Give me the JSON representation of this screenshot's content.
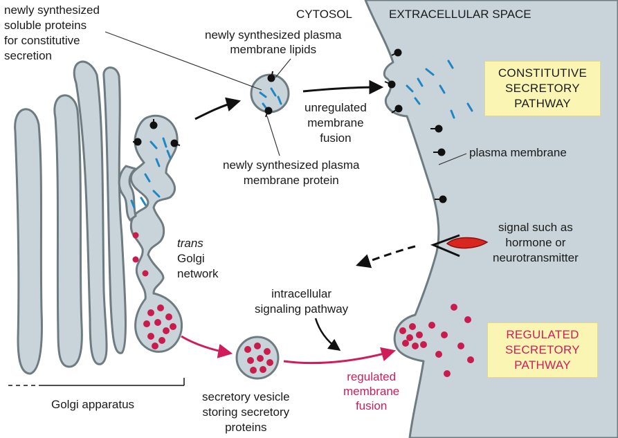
{
  "labels": {
    "cytosol": "CYTOSOL",
    "extracellular": "EXTRACELLULAR SPACE",
    "soluble_proteins": [
      "newly synthesized",
      "soluble proteins",
      "for constitutive",
      "secretion"
    ],
    "membrane_lipids": [
      "newly synthesized plasma",
      "membrane lipids"
    ],
    "unregulated_fusion": [
      "unregulated",
      "membrane",
      "fusion"
    ],
    "membrane_protein": [
      "newly synthesized plasma",
      "membrane protein"
    ],
    "plasma_membrane": "plasma membrane",
    "signal": [
      "signal such as",
      "hormone or",
      "neurotransmitter"
    ],
    "trans_golgi": [
      "trans",
      "Golgi",
      "network"
    ],
    "intracellular_signaling": [
      "intracellular",
      "signaling pathway"
    ],
    "regulated_fusion": [
      "regulated",
      "membrane",
      "fusion"
    ],
    "secretory_vesicle": [
      "secretory vesicle",
      "storing secretory",
      "proteins"
    ],
    "golgi_apparatus": "Golgi apparatus"
  },
  "boxes": {
    "constitutive": [
      "CONSTITUTIVE",
      "SECRETORY",
      "PATHWAY"
    ],
    "regulated": [
      "REGULATED",
      "SECRETORY",
      "PATHWAY"
    ]
  },
  "colors": {
    "membrane_fill": "#c8d4d9",
    "membrane_outline": "#6e7b80",
    "cargo_blue": "#1d86c3",
    "secretory_magenta": "#c81d4c",
    "regulated_label": "#d01c5a",
    "box_fill": "#fbf5b4"
  }
}
